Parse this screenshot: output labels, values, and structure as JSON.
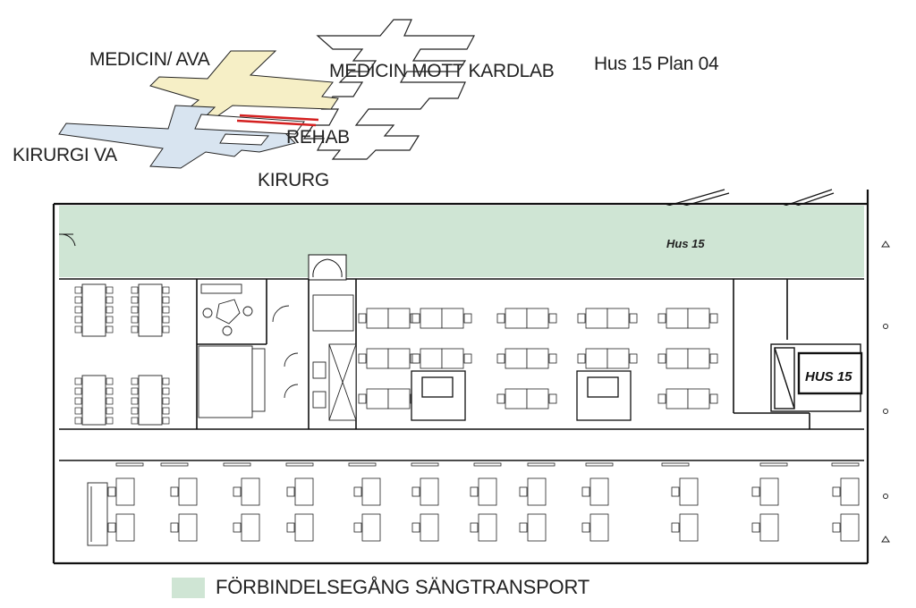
{
  "keymap": {
    "labels": {
      "medicin_ava": "MEDICIN/ AVA",
      "medicin_mott_kardlab": "MEDICIN MOTT KARDLAB",
      "hus_plan": "Hus 15 Plan 04",
      "kirurgi_va": "KIRURGI VA",
      "rehab": "REHAB",
      "kirurg": "KIRURG"
    },
    "colors": {
      "medicin_zone": "#f6efc6",
      "kirurgi_zone": "#d8e4f0",
      "highlight": "#d42020"
    }
  },
  "plan": {
    "corridor_label": "Hus 15",
    "corridor_color": "#cfe5d4",
    "sign_label": "HUS 15"
  },
  "legend": {
    "label": "FÖRBINDELSEGÅNG SÄNGTRANSPORT",
    "color": "#cfe5d4"
  }
}
